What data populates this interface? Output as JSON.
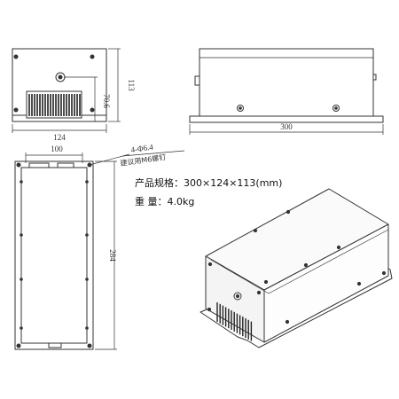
{
  "front_view": {
    "width_label": "124",
    "height_label": "113",
    "offset_label": "70.6"
  },
  "side_view": {
    "length_label": "300"
  },
  "top_view": {
    "width_label": "100",
    "length_label": "284",
    "hole_note_line1": "4-Φ6.4",
    "hole_note_line2": "建议用M6螺钉"
  },
  "specs": {
    "size_label": "产品规格：",
    "size_value": "300×124×113(mm)",
    "weight_label": "重 量：",
    "weight_value": "4.0kg"
  },
  "colors": {
    "line": "#333333",
    "fin": "#222222",
    "panel": "#f7f7f7"
  }
}
